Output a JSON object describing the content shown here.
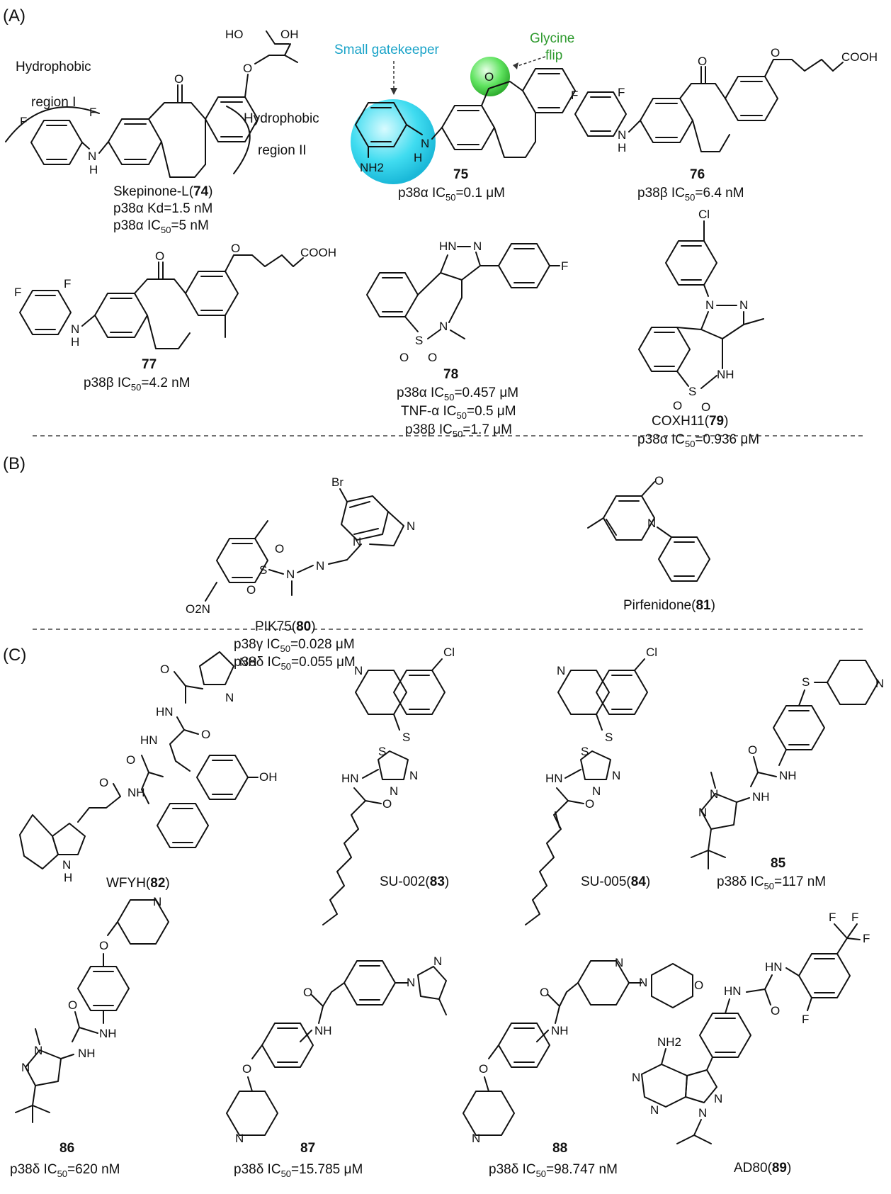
{
  "panels": {
    "a": "(A)",
    "b": "(B)",
    "c": "(C)"
  },
  "annotations": {
    "hydrophobic_1": "Hydrophobic",
    "region_1": "region I",
    "hydrophobic_2": "Hydrophobic",
    "region_2": "region II",
    "small_gatekeeper": "Small gatekeeper",
    "glycine_flip_1": "Glycine",
    "glycine_flip_2": "flip"
  },
  "colors": {
    "gatekeeper": "#1aa3c8",
    "glycine": "#2e9a2e",
    "cyan_sphere": "#40dcf0",
    "green_sphere": "#5fe35f"
  },
  "compounds": [
    {
      "id": "74",
      "name_prefix": "Skepinone-L(",
      "num": "74",
      "name_suffix": ")",
      "activities": [
        "p38α Kd=1.5 nM",
        "p38α IC50=5 nM"
      ]
    },
    {
      "id": "75",
      "name_prefix": "",
      "num": "75",
      "name_suffix": "",
      "activities": [
        "p38α IC50=0.1 μM"
      ]
    },
    {
      "id": "76",
      "name_prefix": "",
      "num": "76",
      "name_suffix": "",
      "activities": [
        "p38β IC50=6.4 nM"
      ]
    },
    {
      "id": "77",
      "name_prefix": "",
      "num": "77",
      "name_suffix": "",
      "activities": [
        "p38β IC50=4.2 nM"
      ]
    },
    {
      "id": "78",
      "name_prefix": "",
      "num": "78",
      "name_suffix": "",
      "activities": [
        "p38α IC50=0.457 μM",
        "TNF-α IC50=0.5 μM",
        "p38β IC50=1.7 μM"
      ]
    },
    {
      "id": "79",
      "name_prefix": "COXH11(",
      "num": "79",
      "name_suffix": ")",
      "activities": [
        "p38α IC50=0.936 μM"
      ]
    },
    {
      "id": "80",
      "name_prefix": "PIK75(",
      "num": "80",
      "name_suffix": ")",
      "activities": [
        "p38γ IC50=0.028 μM",
        "p38δ IC50=0.055 μM"
      ]
    },
    {
      "id": "81",
      "name_prefix": "Pirfenidone(",
      "num": "81",
      "name_suffix": ")",
      "activities": []
    },
    {
      "id": "82",
      "name_prefix": "WFYH(",
      "num": "82",
      "name_suffix": ")",
      "activities": []
    },
    {
      "id": "83",
      "name_prefix": "SU-002(",
      "num": "83",
      "name_suffix": ")",
      "activities": []
    },
    {
      "id": "84",
      "name_prefix": "SU-005(",
      "num": "84",
      "name_suffix": ")",
      "activities": []
    },
    {
      "id": "85",
      "name_prefix": "",
      "num": "85",
      "name_suffix": "",
      "activities": [
        "p38δ IC50=117 nM"
      ]
    },
    {
      "id": "86",
      "name_prefix": "",
      "num": "86",
      "name_suffix": "",
      "activities": [
        "p38δ IC50=620 nM"
      ]
    },
    {
      "id": "87",
      "name_prefix": "",
      "num": "87",
      "name_suffix": "",
      "activities": [
        "p38δ IC50=15.785 μM"
      ]
    },
    {
      "id": "88",
      "name_prefix": "",
      "num": "88",
      "name_suffix": "",
      "activities": [
        "p38δ IC50=98.747 nM"
      ]
    },
    {
      "id": "89",
      "name_prefix": "AD80(",
      "num": "89",
      "name_suffix": ")",
      "activities": []
    }
  ],
  "atom_labels": {
    "ho": "HO",
    "oh": "OH",
    "o": "O",
    "f": "F",
    "h": "H",
    "nh": "NH",
    "hn": "HN",
    "n": "N",
    "nh2": "NH2",
    "cooh": "COOH",
    "s": "S",
    "cl": "Cl",
    "br": "Br",
    "o2n": "O2N",
    "cf3": "F"
  }
}
